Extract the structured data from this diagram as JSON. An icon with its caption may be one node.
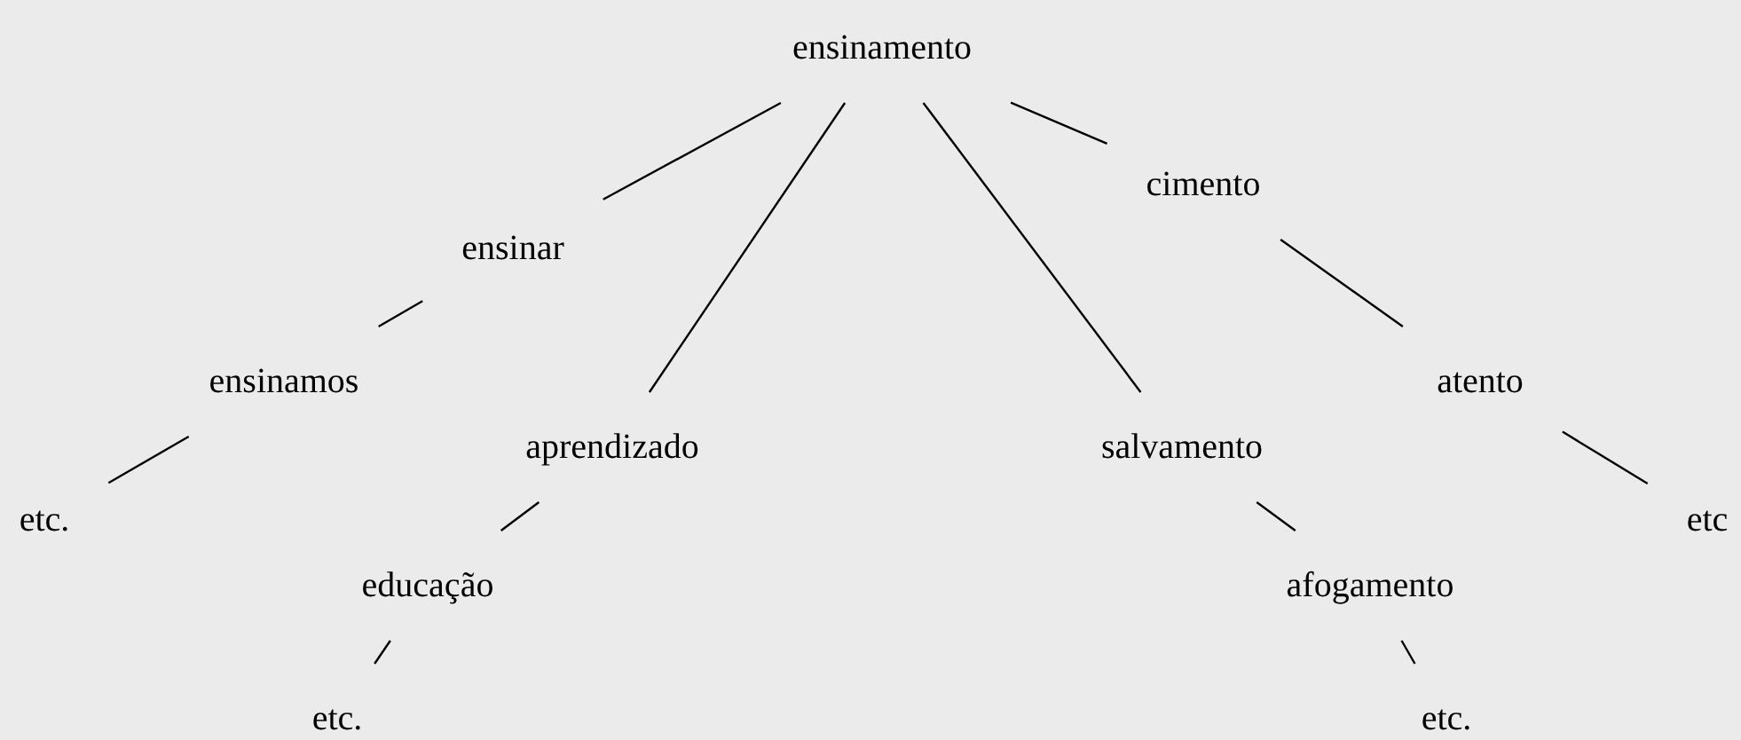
{
  "diagram": {
    "nodes": [
      {
        "text": [
          "ensinamento"
        ]
      },
      {
        "text": [
          "ensinar"
        ]
      },
      {
        "text": [
          "cimento"
        ]
      },
      {
        "text": [
          "ensinamos"
        ]
      },
      {
        "text": [
          "aprendizado"
        ]
      },
      {
        "text": [
          "salvamento"
        ]
      },
      {
        "text": [
          "atento"
        ]
      },
      {
        "text": [
          "etc."
        ]
      },
      {
        "text": [
          "educação"
        ]
      },
      {
        "text": [
          "afogamento"
        ]
      },
      {
        "text": [
          "etc"
        ]
      },
      {
        "text": [
          "etc."
        ]
      },
      {
        "text": [
          "etc."
        ]
      }
    ],
    "edges": [
      {
        "from": 0,
        "to": 1,
        "arrow": "none"
      },
      {
        "from": 0,
        "to": 4,
        "arrow": "none"
      },
      {
        "from": 0,
        "to": 5,
        "arrow": "none"
      },
      {
        "from": 0,
        "to": 2,
        "arrow": "none"
      },
      {
        "from": 1,
        "to": 3,
        "arrow": "none"
      },
      {
        "from": 3,
        "to": 7,
        "arrow": "none"
      },
      {
        "from": 4,
        "to": 8,
        "arrow": "none"
      },
      {
        "from": 8,
        "to": 11,
        "arrow": "none"
      },
      {
        "from": 5,
        "to": 9,
        "arrow": "none"
      },
      {
        "from": 9,
        "to": 12,
        "arrow": "none"
      },
      {
        "from": 2,
        "to": 6,
        "arrow": "none"
      },
      {
        "from": 6,
        "to": 10,
        "arrow": "none"
      }
    ]
  }
}
